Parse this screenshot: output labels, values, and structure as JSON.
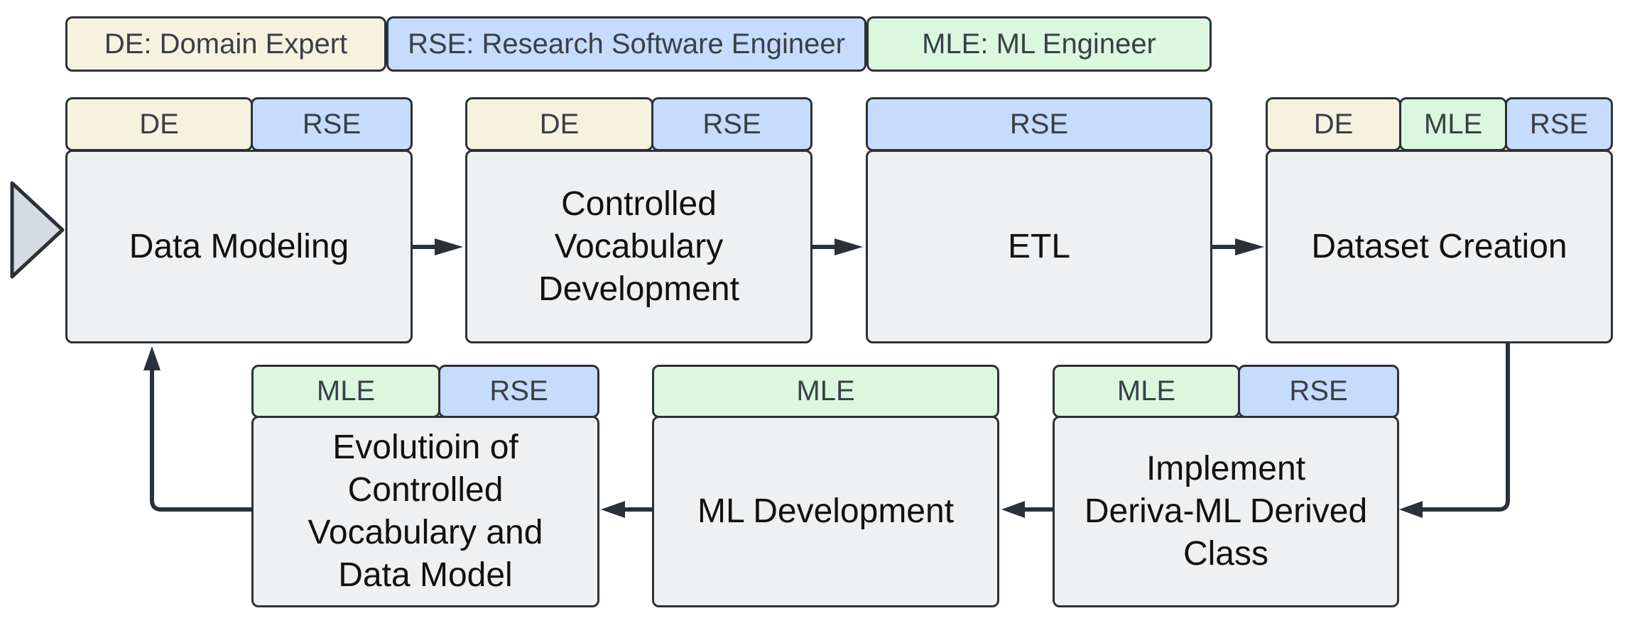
{
  "legend": {
    "de": "DE: Domain Expert",
    "rse": "RSE: Research Software Engineer",
    "mle": "MLE: ML Engineer"
  },
  "roles": {
    "de": "DE",
    "rse": "RSE",
    "mle": "MLE"
  },
  "steps": {
    "data_modeling": "Data Modeling",
    "controlled_vocab": "Controlled\nVocabulary\nDevelopment",
    "etl": "ETL",
    "dataset_creation": "Dataset Creation",
    "implement_class": "Implement\nDeriva-ML Derived\nClass",
    "ml_development": "ML Development",
    "evolution": "Evolutioin of\nControlled\nVocabulary and\nData Model"
  },
  "colors": {
    "de": "#f5f3e0",
    "rse": "#c6dcfd",
    "mle": "#dbf8df",
    "box": "#eff0f1",
    "stroke": "#2b3138"
  }
}
